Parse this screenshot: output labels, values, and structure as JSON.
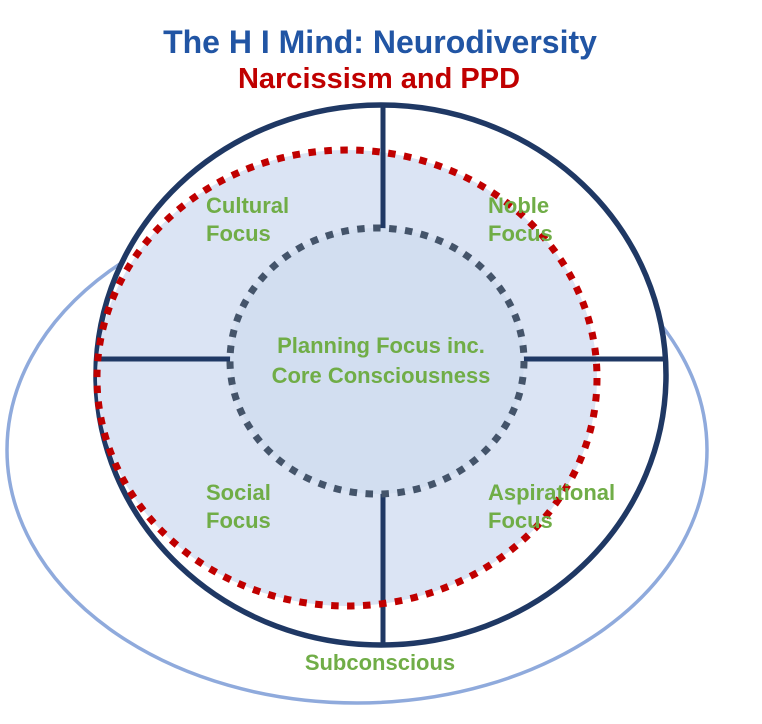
{
  "title": "The H I Mind: Neurodiversity",
  "subtitle": "Narcissism and PPD",
  "center": {
    "line1": "Planning Focus inc.",
    "line2": "Core Consciousness"
  },
  "quadrants": {
    "top_left": {
      "line1": "Cultural",
      "line2": "Focus"
    },
    "top_right": {
      "line1": "Noble",
      "line2": "Focus"
    },
    "bottom_left": {
      "line1": "Social",
      "line2": "Focus"
    },
    "bottom_right": {
      "line1": "Aspirational",
      "line2": "Focus"
    }
  },
  "outer_label": "Subconscious",
  "colors": {
    "title_blue": "#2155A4",
    "subtitle_red": "#C00000",
    "navy_circle": "#1F3864",
    "subconscious_ring_blue": "#8FAADC",
    "red_dotted": "#C00000",
    "gray_dotted": "#44546A",
    "region_fill_light_blue": "#DBE4F4",
    "core_fill_light_blue": "#D2DEF0",
    "label_green": "#70AD47",
    "background": "#FFFFFF"
  }
}
